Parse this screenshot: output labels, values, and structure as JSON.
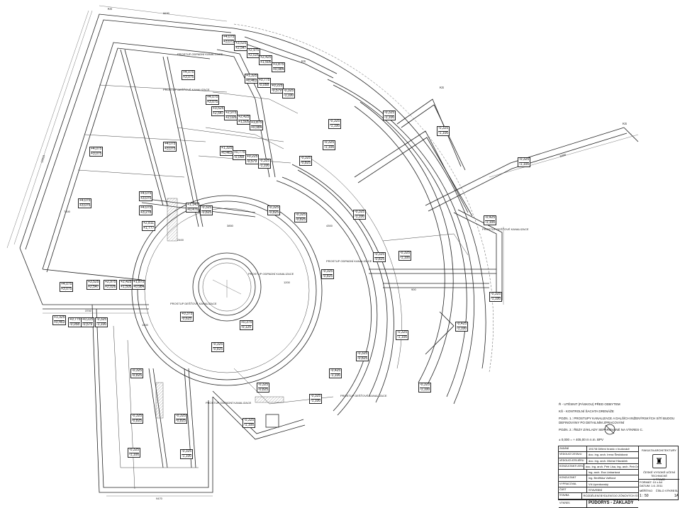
{
  "plan": {
    "levels": [
      {
        "top": "+4,075",
        "bottom": "+3,075"
      },
      {
        "top": "+3,525",
        "bottom": "+2,547"
      },
      {
        "top": "+2,975",
        "bottom": "+2,026"
      },
      {
        "top": "+2,425",
        "bottom": "+1,505"
      },
      {
        "top": "+1,875",
        "bottom": "+0,984"
      },
      {
        "top": "+1,325",
        "bottom": "+0,463"
      },
      {
        "top": "+0,775",
        "bottom": "-0,058"
      },
      {
        "top": "+0,225",
        "bottom": "-0,579"
      },
      {
        "top": "-0,325",
        "bottom": "-1,100"
      },
      {
        "top": "-0,325",
        "bottom": "-0,825"
      },
      {
        "top": "+1,143",
        "bottom": "+0,476"
      },
      {
        "top": "+2,811",
        "bottom": "+1,777"
      },
      {
        "top": "-0,425",
        "bottom": "-1,100"
      },
      {
        "top": "+0,375",
        "bottom": "-0,625"
      },
      {
        "top": "+0,375",
        "bottom": "-0,125"
      },
      {
        "top": "+4,075",
        "bottom": "+3,278"
      }
    ],
    "ks_label": "KS",
    "pipe_label": "PROSTUP ODPADNÍ KANALIZACE",
    "pipe_label2": "PROSTUP DEŠŤOVÉ KANALIZACE",
    "dims": [
      "3700",
      "6990",
      "2400",
      "1200",
      "600",
      "200",
      "1500",
      "3850",
      "7600",
      "2500",
      "1000",
      "900",
      "4300",
      "13310",
      "6630",
      "9470"
    ]
  },
  "notes": {
    "n1": "Ř - UTĚSNIT (PÁSKOU) PŘED ODBYTEM",
    "n2": "KŠ - KONTROLNÍ ŠACHTA DRENÁŽE",
    "n3": "POZN. 1.: PROSTUPY KANALIZACE A DALŠÍCH INŽENÝRSKÝCH SÍTÍ BUDOU DEFINOVÁNY PO DETAILNÍM ZPRACOVÁNÍ",
    "n4": "POZN. 2.: ŘEZY ZÁKLADY SEPAROVANÉ NA VÝKRES C.",
    "datum": "± 0,000 = + 405,00 m n.m. BPV"
  },
  "title_block": {
    "rows": [
      {
        "k": "ZADÁNÍ",
        "v": "1917/8 Dělení hranic v budovách"
      },
      {
        "k": "VEDOUCÍ ÚSTAVU",
        "v": "doc. ing. arch. Irena Šestáková"
      },
      {
        "k": "VEDOUCÍ ATELIÉRU",
        "v": "doc. ing. arch. Michal Hlaváček"
      },
      {
        "k": "KONZULTANTI ATELIÉRU",
        "v": "doc. ing. arch. Petr Lisa, ing. arch. Petr Dvořák"
      },
      {
        "k": "",
        "v": "ing. arch. Eva Linhartová"
      },
      {
        "k": "KONZULTANT",
        "v": "ing. Bedřiška Vařilová"
      },
      {
        "k": "VYPRACOVAL",
        "v": "Vít Lipenkovský"
      },
      {
        "k": "ČÁST",
        "v": "STAVEBNÍ"
      },
      {
        "k": "STAVBA",
        "v": "ROZDĚLENÍ BYDLENÍ DO ZÓNOVÝCH STŘEDISEK"
      },
      {
        "k": "VÝKRES",
        "v": "PŮDORYS - ZÁKLADY"
      }
    ],
    "faculty": "FAKULTA ARCHITEKTURY",
    "school": "ČESKÉ VYSOKÉ UČENÍ TECHNICKÉ",
    "school_city": "V PRAZE",
    "format": "FORMÁT: 10 x A4",
    "date": "DATUM: 1.6. 2011",
    "scale_label": "MĚŘÍTKO",
    "scale_value": "1 : 50",
    "sheet_label": "ČÍSLO VÝKRESU",
    "sheet_value": "1A"
  }
}
